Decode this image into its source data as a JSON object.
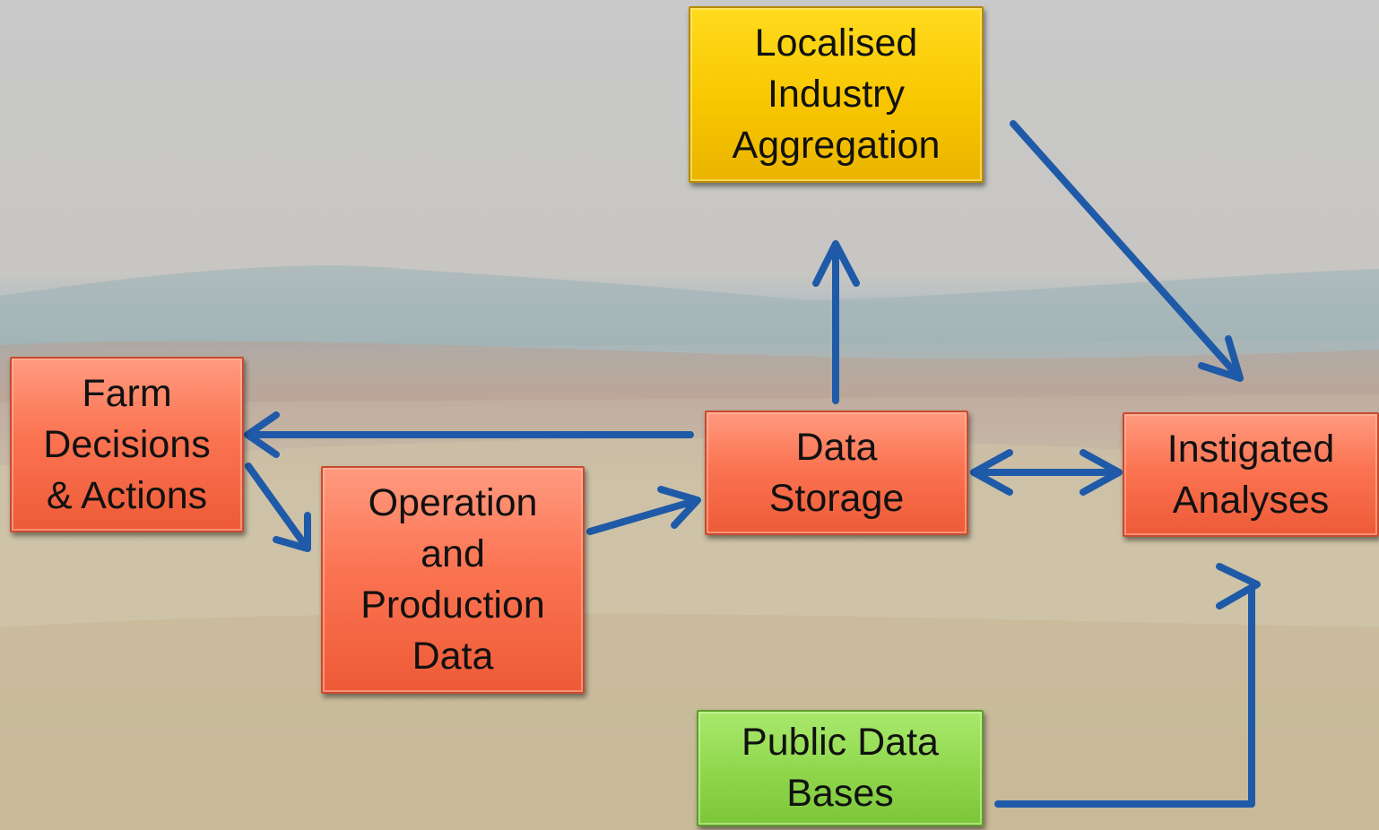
{
  "diagram": {
    "nodes": {
      "localised": "Localised\nIndustry\nAggregation",
      "farm": "Farm\nDecisions\n& Actions",
      "operation": "Operation\nand\nProduction\nData",
      "storage": "Data\nStorage",
      "instigated": "Instigated\nAnalyses",
      "public": "Public Data\nBases"
    },
    "edges": [
      {
        "from": "storage",
        "to": "farm"
      },
      {
        "from": "farm",
        "to": "operation"
      },
      {
        "from": "operation",
        "to": "storage"
      },
      {
        "from": "storage",
        "to": "localised"
      },
      {
        "from": "localised",
        "to": "instigated"
      },
      {
        "from": "storage",
        "to": "instigated",
        "bidirectional": true
      },
      {
        "from": "public",
        "to": "instigated"
      }
    ]
  },
  "colors": {
    "process_box": "#fb7452",
    "aggregation_box": "#f8c600",
    "public_box": "#8fd64c",
    "arrow": "#1f5aa8"
  }
}
